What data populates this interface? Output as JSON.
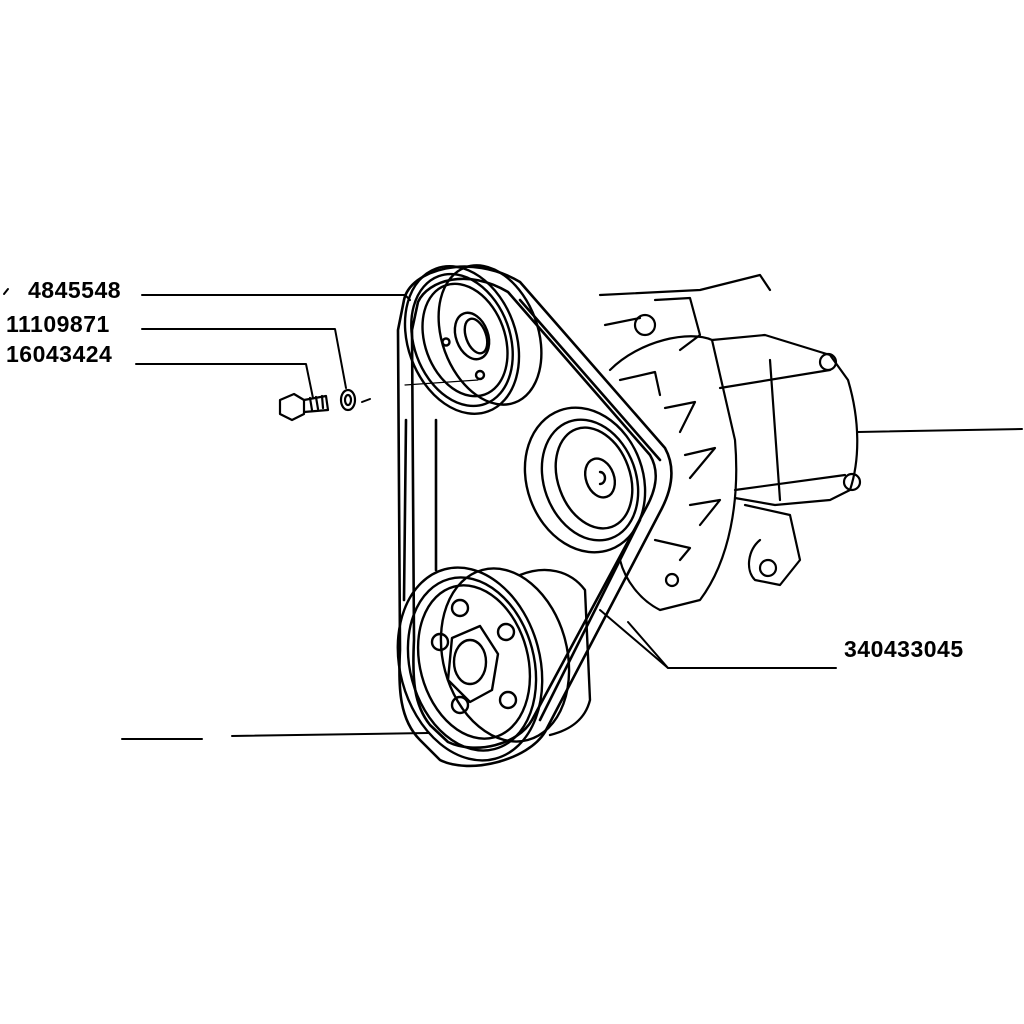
{
  "diagram": {
    "type": "exploded parts diagram",
    "subject": "alternator drive belt and pulley assembly",
    "colors": {
      "ink": "#000000",
      "paper": "#ffffff"
    },
    "callouts": [
      {
        "part_number": "4845548",
        "refers_to": "alternator / crankshaft upper pulley"
      },
      {
        "part_number": "11109871",
        "refers_to": "washer"
      },
      {
        "part_number": "16043424",
        "refers_to": "bolt"
      },
      {
        "part_number": "340433045",
        "refers_to": "drive belt"
      }
    ],
    "components": [
      "upper-pulley",
      "idler-pulley",
      "lower-pulley",
      "drive-belt",
      "alternator",
      "mounting-bolt",
      "washer"
    ]
  }
}
